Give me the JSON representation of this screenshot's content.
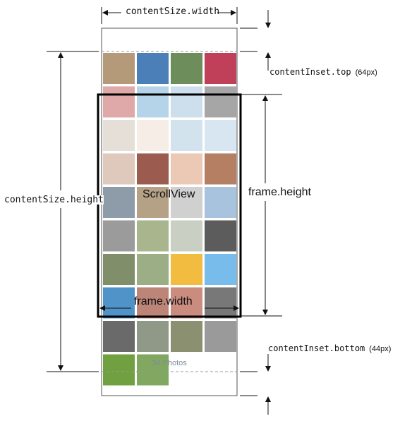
{
  "labels": {
    "content_size_width": "contentSize.width",
    "content_size_height": "contentSize.height",
    "content_inset_top": "contentInset.top",
    "content_inset_top_value": "(64px)",
    "content_inset_bottom": "contentInset.bottom",
    "content_inset_bottom_value": "(44px)",
    "frame_height": "frame.height",
    "frame_width": "frame.width",
    "scroll_view": "ScrollView",
    "photos_count": "34 Photos"
  },
  "colors": {
    "line": "#111111",
    "dashed": "#999999",
    "frame_border": "#000000",
    "photos_count_text": "#7f8aa0"
  },
  "photo_grid": {
    "rows": [
      [
        "#b59a7a",
        "#4a7fb8",
        "#6d8e5a",
        "#c0405a"
      ],
      [
        "#b84040",
        "#5aa0d0",
        "#90b8d8",
        "#3a3a3a"
      ],
      [
        "#c8b8a8",
        "#e8d8c8",
        "#9cc0d8",
        "#a8c8e0"
      ],
      [
        "#d8c0b0",
        "#8a4030",
        "#e8c0a8",
        "#a86848"
      ],
      [
        "#7a8a9a",
        "#a89070",
        "#c8c8c8",
        "#98b8d8"
      ],
      [
        "#8a8a8a",
        "#9aa878",
        "#c0c8b8",
        "#404040"
      ],
      [
        "#6a7a50",
        "#8aa070",
        "#f0b020",
        "#60b0e8"
      ],
      [
        "#3080c0",
        "#b07060",
        "#c07868",
        "#606060"
      ],
      [
        "#6a6a6a",
        "#909888",
        "#8a9070",
        "#9a9a9a"
      ],
      [
        "#70a040",
        "#80a860"
      ]
    ]
  }
}
